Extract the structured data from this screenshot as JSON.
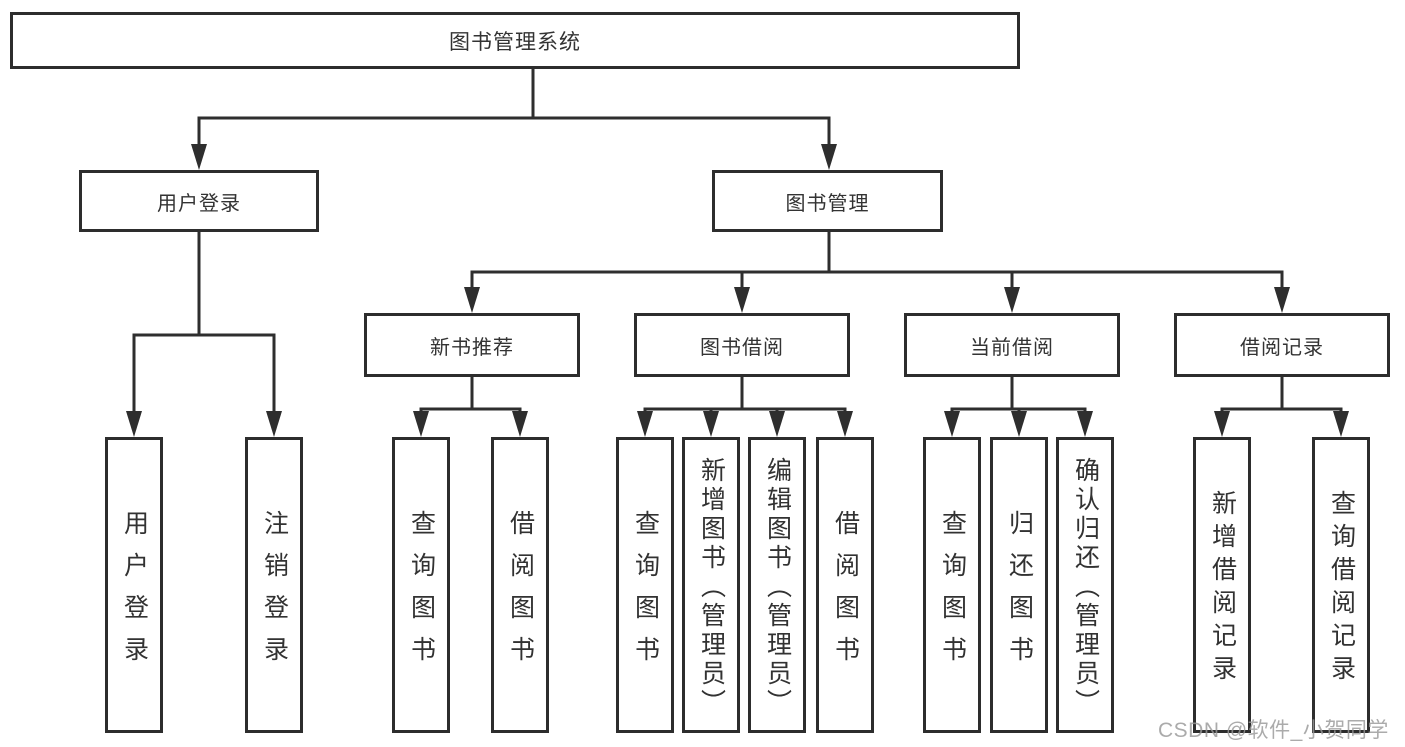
{
  "diagram": {
    "root": "图书管理系统",
    "branches": [
      {
        "label": "用户登录",
        "children": [
          "用户登录",
          "注销登录"
        ]
      },
      {
        "label": "图书管理",
        "groups": [
          {
            "label": "新书推荐",
            "children": [
              "查询图书",
              "借阅图书"
            ]
          },
          {
            "label": "图书借阅",
            "children": [
              "查询图书",
              "新增图书（管理员）",
              "编辑图书（管理员）",
              "借阅图书"
            ]
          },
          {
            "label": "当前借阅",
            "children": [
              "查询图书",
              "归还图书",
              "确认归还（管理员）"
            ]
          },
          {
            "label": "借阅记录",
            "children": [
              "新增借阅记录",
              "查询借阅记录"
            ]
          }
        ]
      }
    ]
  },
  "colors": {
    "line": "#2e2e2e",
    "text": "#333333",
    "background": "#ffffff",
    "watermark_gray": "#989898"
  },
  "watermark": "CSDN @软件_小贺同学"
}
